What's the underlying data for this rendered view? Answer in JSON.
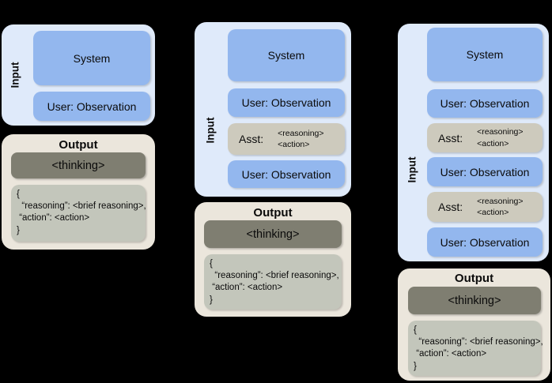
{
  "colors": {
    "background": "#000000",
    "input_panel": "#dfeafa",
    "message_blue": "#93b7ee",
    "assistant_box": "#cdcabd",
    "output_panel": "#ebe6dc",
    "thinking_box": "#7f7e71",
    "json_box": "#c3c6bb"
  },
  "columns": [
    {
      "input_label": "Input",
      "messages": [
        {
          "role": "system",
          "text": "System"
        },
        {
          "role": "user",
          "text": "User: Observation"
        }
      ],
      "output": {
        "title": "Output",
        "thinking": "<thinking>",
        "json_lines": [
          "{",
          "  “reasoning”: <brief reasoning>,",
          " “action”: <action>",
          "}"
        ]
      }
    },
    {
      "input_label": "Input",
      "messages": [
        {
          "role": "system",
          "text": "System"
        },
        {
          "role": "user",
          "text": "User: Observation"
        },
        {
          "role": "assistant",
          "label": "Asst:",
          "lines": [
            "<reasoning>",
            "<action>"
          ]
        },
        {
          "role": "user",
          "text": "User: Observation"
        }
      ],
      "output": {
        "title": "Output",
        "thinking": "<thinking>",
        "json_lines": [
          "{",
          "  “reasoning”: <brief reasoning>,",
          " “action”: <action>",
          "}"
        ]
      }
    },
    {
      "input_label": "Input",
      "messages": [
        {
          "role": "system",
          "text": "System"
        },
        {
          "role": "user",
          "text": "User: Observation"
        },
        {
          "role": "assistant",
          "label": "Asst:",
          "lines": [
            "<reasoning>",
            "<action>"
          ]
        },
        {
          "role": "user",
          "text": "User: Observation"
        },
        {
          "role": "assistant",
          "label": "Asst:",
          "lines": [
            "<reasoning>",
            "<action>"
          ]
        },
        {
          "role": "user",
          "text": "User: Observation"
        }
      ],
      "output": {
        "title": "Output",
        "thinking": "<thinking>",
        "json_lines": [
          "{",
          "  “reasoning”: <brief reasoning>,",
          " “action”: <action>",
          "}"
        ]
      }
    }
  ]
}
